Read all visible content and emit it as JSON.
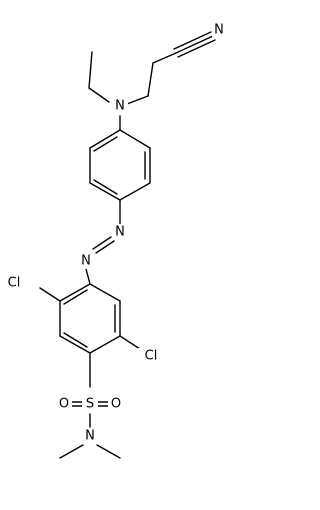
{
  "atom_labels": {
    "nitrile_n": "N",
    "amine_n": "N",
    "azo_n1": "N",
    "azo_n2": "N",
    "cl_left": "Cl",
    "cl_right": "Cl",
    "sulfur": "S",
    "oxygen_left": "O",
    "oxygen_right": "O",
    "sulfonamide_n": "N"
  },
  "colors": {
    "bond": "#000000",
    "label": "#000000",
    "background": "#ffffff"
  }
}
